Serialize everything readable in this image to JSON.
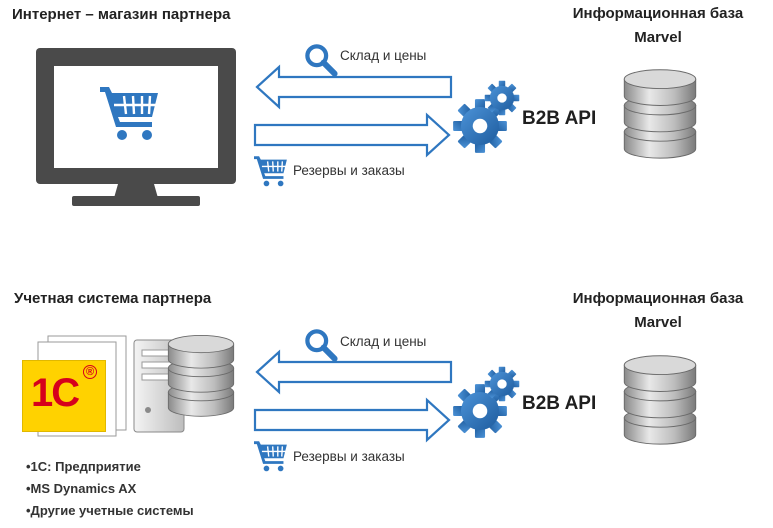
{
  "panel_top": {
    "left_title": "Интернет – магазин партнера",
    "right_title_line1": "Информационная  база",
    "right_title_line2": "Marvel",
    "flow_out_label": "Склад и цены",
    "flow_in_label": "Резервы и заказы",
    "api_label": "B2B API"
  },
  "panel_bottom": {
    "left_title": "Учетная система партнера",
    "right_title_line1": "Информационная  база",
    "right_title_line2": "Marvel",
    "flow_out_label": "Склад и цены",
    "flow_in_label": "Резервы и заказы",
    "api_label": "B2B API",
    "logo_text": "1С",
    "logo_mark": "®",
    "systems": [
      "•1С: Предприятие",
      "•MS Dynamics AX",
      "•Другие учетные системы"
    ]
  },
  "colors": {
    "accent_blue": "#2f77c0",
    "gear_blue": "#2e6fb4",
    "monitor_dark": "#4a4a4a",
    "logo_yellow": "#ffd200",
    "logo_red": "#d6001c"
  },
  "icons": {
    "search": "search-icon",
    "cart": "shopping-cart-icon",
    "gears": "gears-icon",
    "database": "database-icon",
    "monitor": "monitor-icon",
    "server": "server-icon",
    "documents": "documents-icon"
  }
}
